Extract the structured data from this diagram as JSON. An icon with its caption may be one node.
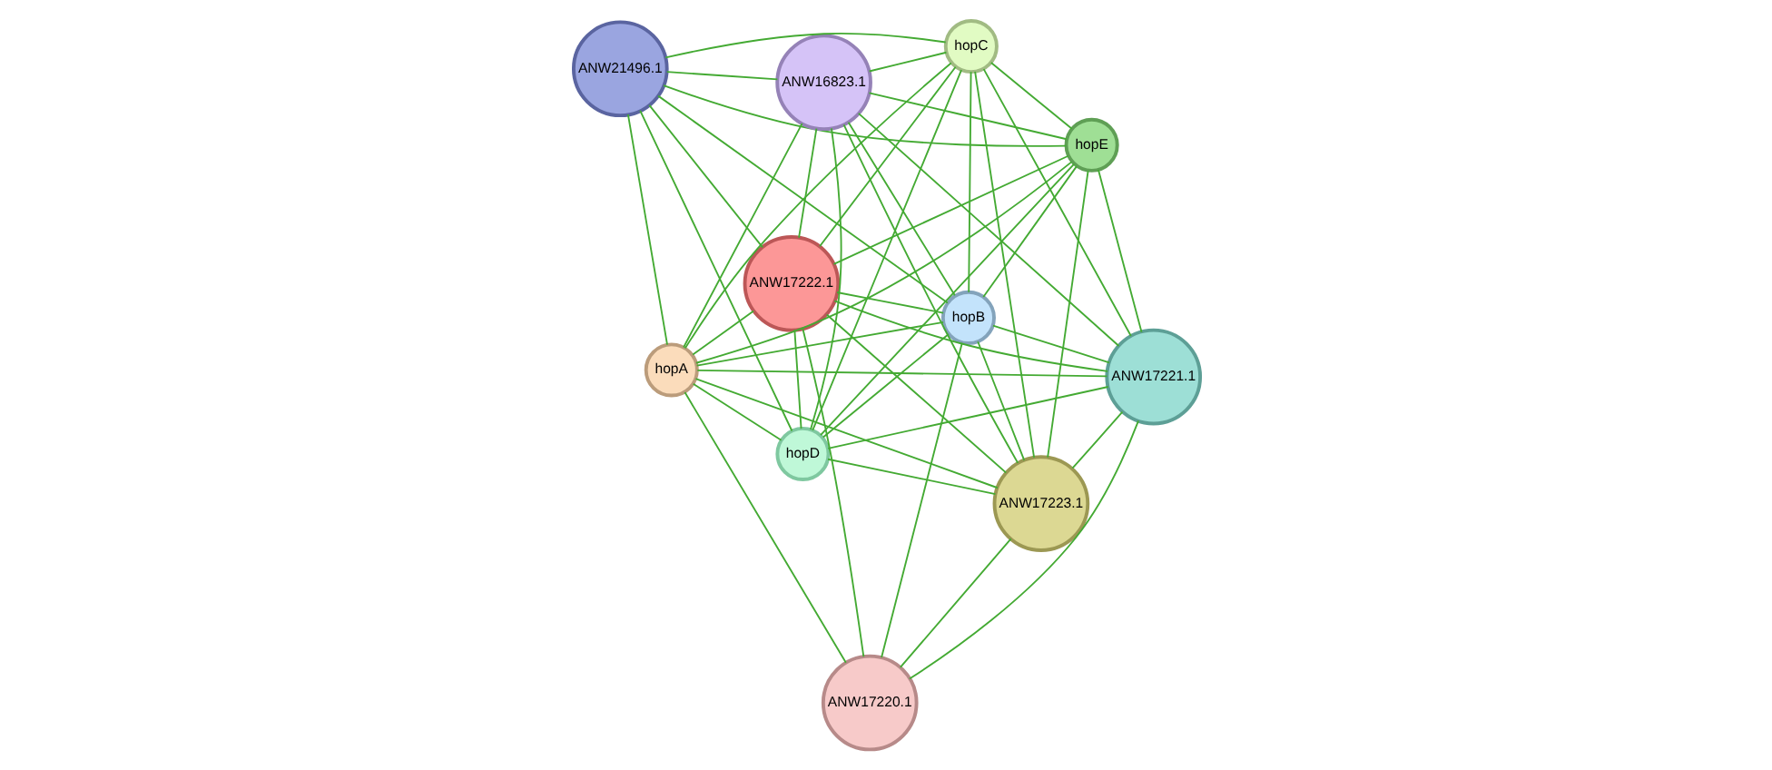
{
  "diagram": {
    "nodes": [
      {
        "text": [
          "ANW21496.1"
        ]
      },
      {
        "text": [
          "hopE"
        ]
      },
      {
        "text": [
          "hopD"
        ]
      },
      {
        "text": [
          "ANW16823.1"
        ]
      },
      {
        "text": [
          "hopC"
        ]
      },
      {
        "text": [
          "ANW17222.1"
        ]
      },
      {
        "text": [
          "hopA"
        ]
      },
      {
        "text": [
          "hopB"
        ]
      },
      {
        "text": [
          "ANW17223.1"
        ]
      },
      {
        "text": [
          "ANW17221.1"
        ]
      },
      {
        "text": [
          "ANW17220.1"
        ]
      }
    ],
    "edges": [
      {
        "from": 0,
        "to": 1,
        "arrow": "none"
      },
      {
        "from": 0,
        "to": 2,
        "arrow": "none"
      },
      {
        "from": 0,
        "to": 3,
        "arrow": "none"
      },
      {
        "from": 0,
        "to": 4,
        "arrow": "none"
      },
      {
        "from": 0,
        "to": 5,
        "arrow": "none"
      },
      {
        "from": 0,
        "to": 6,
        "arrow": "none"
      },
      {
        "from": 0,
        "to": 7,
        "arrow": "none"
      },
      {
        "from": 1,
        "to": 2,
        "arrow": "none"
      },
      {
        "from": 1,
        "to": 3,
        "arrow": "none"
      },
      {
        "from": 1,
        "to": 4,
        "arrow": "none"
      },
      {
        "from": 1,
        "to": 5,
        "arrow": "none"
      },
      {
        "from": 1,
        "to": 6,
        "arrow": "none"
      },
      {
        "from": 1,
        "to": 7,
        "arrow": "none"
      },
      {
        "from": 1,
        "to": 8,
        "arrow": "none"
      },
      {
        "from": 1,
        "to": 9,
        "arrow": "none"
      },
      {
        "from": 2,
        "to": 3,
        "arrow": "none"
      },
      {
        "from": 2,
        "to": 4,
        "arrow": "none"
      },
      {
        "from": 2,
        "to": 5,
        "arrow": "none"
      },
      {
        "from": 2,
        "to": 6,
        "arrow": "none"
      },
      {
        "from": 2,
        "to": 7,
        "arrow": "none"
      },
      {
        "from": 2,
        "to": 8,
        "arrow": "none"
      },
      {
        "from": 2,
        "to": 9,
        "arrow": "none"
      },
      {
        "from": 3,
        "to": 4,
        "arrow": "none"
      },
      {
        "from": 3,
        "to": 5,
        "arrow": "none"
      },
      {
        "from": 3,
        "to": 6,
        "arrow": "none"
      },
      {
        "from": 3,
        "to": 7,
        "arrow": "none"
      },
      {
        "from": 3,
        "to": 8,
        "arrow": "none"
      },
      {
        "from": 3,
        "to": 9,
        "arrow": "none"
      },
      {
        "from": 4,
        "to": 5,
        "arrow": "none"
      },
      {
        "from": 4,
        "to": 6,
        "arrow": "none"
      },
      {
        "from": 4,
        "to": 7,
        "arrow": "none"
      },
      {
        "from": 4,
        "to": 8,
        "arrow": "none"
      },
      {
        "from": 4,
        "to": 9,
        "arrow": "none"
      },
      {
        "from": 5,
        "to": 6,
        "arrow": "none"
      },
      {
        "from": 5,
        "to": 7,
        "arrow": "none"
      },
      {
        "from": 5,
        "to": 8,
        "arrow": "none"
      },
      {
        "from": 5,
        "to": 9,
        "arrow": "none"
      },
      {
        "from": 5,
        "to": 10,
        "arrow": "none"
      },
      {
        "from": 6,
        "to": 7,
        "arrow": "none"
      },
      {
        "from": 6,
        "to": 8,
        "arrow": "none"
      },
      {
        "from": 6,
        "to": 9,
        "arrow": "none"
      },
      {
        "from": 6,
        "to": 10,
        "arrow": "none"
      },
      {
        "from": 7,
        "to": 8,
        "arrow": "none"
      },
      {
        "from": 7,
        "to": 9,
        "arrow": "none"
      },
      {
        "from": 7,
        "to": 10,
        "arrow": "none"
      },
      {
        "from": 8,
        "to": 9,
        "arrow": "none"
      },
      {
        "from": 8,
        "to": 10,
        "arrow": "none"
      },
      {
        "from": 9,
        "to": 10,
        "arrow": "none"
      }
    ]
  }
}
